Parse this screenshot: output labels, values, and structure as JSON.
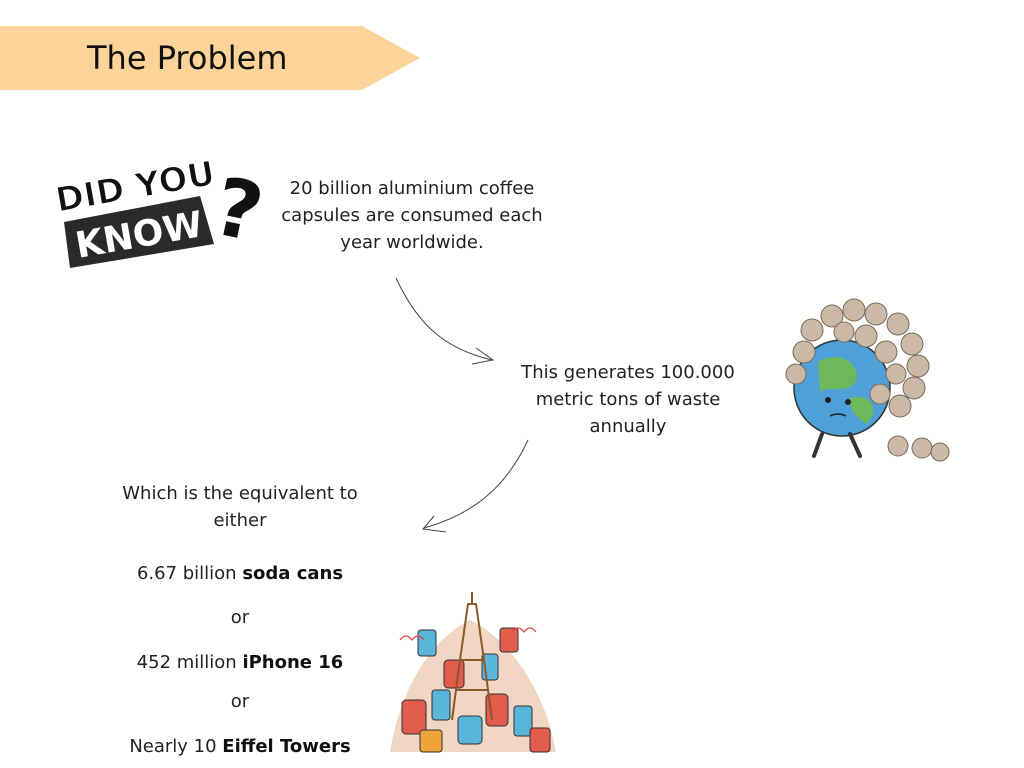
{
  "header": {
    "title": "The Problem"
  },
  "badge": {
    "line1": "DID YOU",
    "line2": "KNOW",
    "mark": "?"
  },
  "facts": {
    "capsules": "20 billion aluminium coffee capsules are consumed each year worldwide.",
    "waste": "This generates 100.000 metric tons of waste annually",
    "equivalent": "Which is the equivalent to either"
  },
  "equivalents": [
    {
      "prefix": "6.67 billion ",
      "bold": "soda cans"
    },
    {
      "prefix": "452 million ",
      "bold": "iPhone 16"
    },
    {
      "prefix": "Nearly 10 ",
      "bold": "Eiffel Towers"
    }
  ],
  "connector": {
    "or": "or"
  },
  "colors": {
    "banner": "#fcd398",
    "earth_ocean": "#4f9fd8",
    "earth_land": "#6cb85a",
    "capsule": "#c9b9a6",
    "badge_dark": "#2a2a2a"
  }
}
